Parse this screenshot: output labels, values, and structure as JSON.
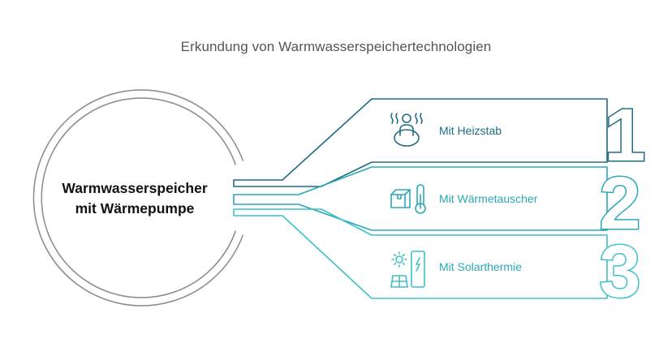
{
  "title": "Erkundung von Warmwasserspeichertechnologien",
  "center": {
    "line1": "Warmwasserspeicher",
    "line2": "mit Wärmepumpe"
  },
  "items": [
    {
      "number": "1",
      "label": "Mit Heizstab",
      "icon": "person-heat-icon",
      "color": "#1e6b82"
    },
    {
      "number": "2",
      "label": "Mit Wärmetauscher",
      "icon": "box-thermometer-icon",
      "color": "#2aa8b5"
    },
    {
      "number": "3",
      "label": "Mit Solarthermie",
      "icon": "solar-battery-icon",
      "color": "#3ec1c6"
    }
  ],
  "colors": {
    "ring": "#8f8f8f",
    "title": "#555555",
    "center_text": "#111111"
  }
}
